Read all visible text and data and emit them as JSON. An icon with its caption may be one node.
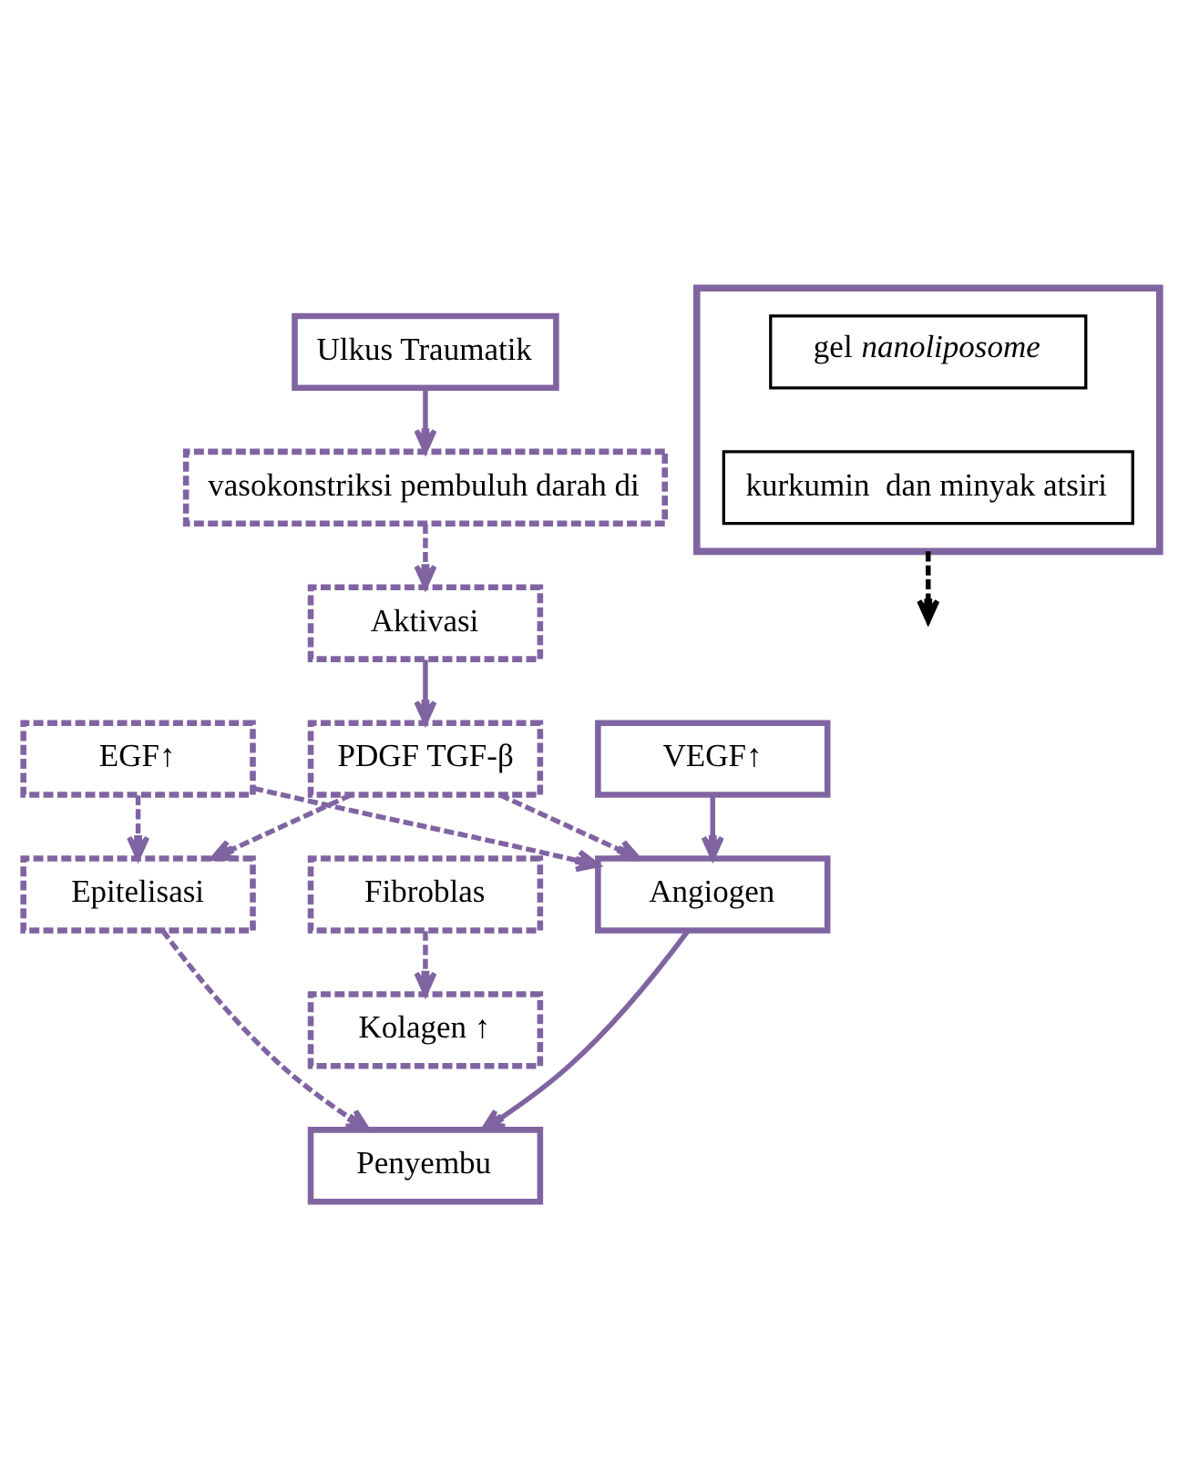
{
  "diagram": {
    "nodes": [
      {
        "text": [
          "Ulkus Traumatik"
        ]
      },
      {
        "text": [
          "vasokonstriksi pembuluh darah di"
        ]
      },
      {
        "text": [
          "Aktivasi"
        ]
      },
      {
        "text": [
          "EGF↑"
        ]
      },
      {
        "text": [
          "PDGF TGF-β"
        ]
      },
      {
        "text": [
          "VEGF↑"
        ]
      },
      {
        "text": [
          "Epitelisasi"
        ]
      },
      {
        "text": [
          "Fibroblas"
        ]
      },
      {
        "text": [
          "Angiogen"
        ]
      },
      {
        "text": [
          "Kolagen ↑"
        ]
      },
      {
        "text": [
          "Penyembu"
        ]
      },
      {
        "text": [],
        "shape": "box"
      },
      {
        "text": [
          "gel *nanoliposome*"
        ],
        "in": 11
      },
      {
        "text": [
          "kurkumin  dan minyak atsiri"
        ],
        "in": 11
      }
    ],
    "edges": [
      {
        "from": 0,
        "to": 1,
        "arrow": "to"
      },
      {
        "from": 1,
        "to": 2,
        "arrow": "to",
        "style": "dashed"
      },
      {
        "from": 11,
        "to": null,
        "arrow": "to",
        "style": "dashed",
        "color": "#000000"
      },
      {
        "from": 2,
        "to": 4,
        "arrow": "to"
      },
      {
        "from": 3,
        "to": 6,
        "arrow": "to",
        "style": "dashed"
      },
      {
        "from": 3,
        "to": 8,
        "arrow": "to",
        "style": "dashed"
      },
      {
        "from": 4,
        "to": 6,
        "arrow": "to",
        "style": "dashed"
      },
      {
        "from": 4,
        "to": 8,
        "arrow": "to",
        "style": "dashed"
      },
      {
        "from": 5,
        "to": 8,
        "arrow": "to"
      },
      {
        "from": 7,
        "to": 9,
        "arrow": "to",
        "style": "dashed"
      },
      {
        "from": 6,
        "to": 10,
        "arrow": "to",
        "style": "dashed"
      },
      {
        "from": 8,
        "to": 10,
        "arrow": "to"
      }
    ]
  }
}
